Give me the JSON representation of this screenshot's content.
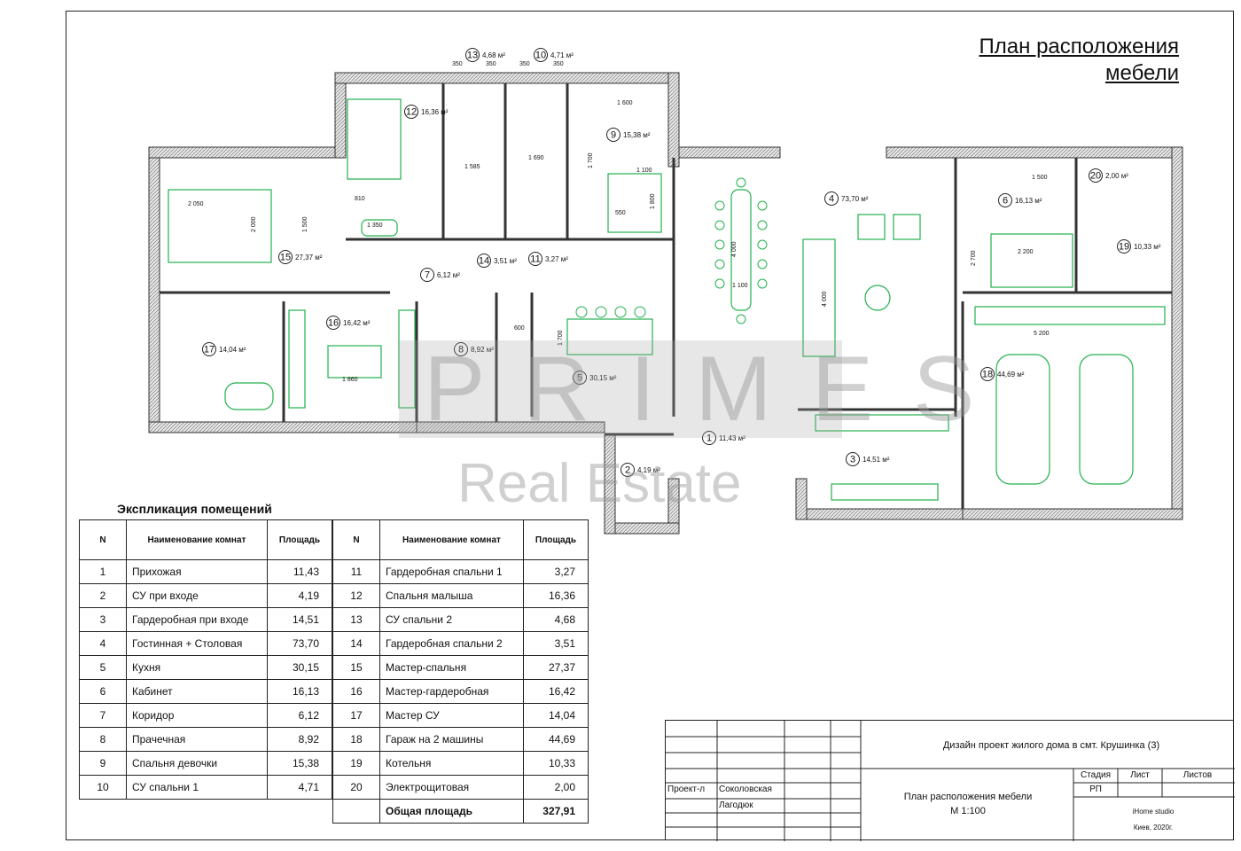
{
  "title": {
    "line1": "План расположения",
    "line2": "мебели"
  },
  "watermark": {
    "brand": "P R I M E S",
    "sub": "Real Estate"
  },
  "rooms": [
    {
      "n": "1",
      "area": "11,43 м²"
    },
    {
      "n": "2",
      "area": "4,19 м²"
    },
    {
      "n": "3",
      "area": "14,51 м²"
    },
    {
      "n": "4",
      "area": "73,70 м²"
    },
    {
      "n": "5",
      "area": "30,15 м²"
    },
    {
      "n": "6",
      "area": "16,13 м²"
    },
    {
      "n": "7",
      "area": "6,12 м²"
    },
    {
      "n": "8",
      "area": "8,92 м²"
    },
    {
      "n": "9",
      "area": "15,38 м²"
    },
    {
      "n": "10",
      "area": "4,71 м²"
    },
    {
      "n": "11",
      "area": "3,27 м²"
    },
    {
      "n": "12",
      "area": "16,36 м²"
    },
    {
      "n": "13",
      "area": "4,68 м²"
    },
    {
      "n": "14",
      "area": "3,51 м²"
    },
    {
      "n": "15",
      "area": "27,37 м²"
    },
    {
      "n": "16",
      "area": "16,42 м²"
    },
    {
      "n": "17",
      "area": "14,04 м²"
    },
    {
      "n": "18",
      "area": "44,69 м²"
    },
    {
      "n": "19",
      "area": "10,33 м²"
    },
    {
      "n": "20",
      "area": "2,00 м²"
    }
  ],
  "dimensions": {
    "d350a": "350",
    "d350b": "350",
    "d350c": "350",
    "d350d": "350",
    "d1600": "1 600",
    "d1585": "1 585",
    "d1690": "1 690",
    "d1700": "1 700",
    "d1100a": "1 100",
    "d1800": "1 800",
    "d550": "550",
    "d2050": "2 050",
    "d2000": "2 000",
    "d1500": "1 500",
    "d1350": "1 350",
    "d810": "810",
    "d4000a": "4 000",
    "d1100b": "1 100",
    "d4000b": "4 000",
    "d2700": "2 700",
    "d2200": "2 200",
    "d1500b": "1 500",
    "d5200": "5 200",
    "d1860": "1 860",
    "d600": "600",
    "d1700b": "1 700"
  },
  "explication": {
    "title": "Экспликация помещений",
    "headers": [
      "N",
      "Наименование комнат",
      "Площадь",
      "N",
      "Наименование комнат",
      "Площадь"
    ],
    "left": [
      [
        "1",
        "Прихожая",
        "11,43"
      ],
      [
        "2",
        "СУ при входе",
        "4,19"
      ],
      [
        "3",
        "Гардеробная при входе",
        "14,51"
      ],
      [
        "4",
        "Гостинная + Столовая",
        "73,70"
      ],
      [
        "5",
        "Кухня",
        "30,15"
      ],
      [
        "6",
        "Кабинет",
        "16,13"
      ],
      [
        "7",
        "Коридор",
        "6,12"
      ],
      [
        "8",
        "Прачечная",
        "8,92"
      ],
      [
        "9",
        "Спальня девочки",
        "15,38"
      ],
      [
        "10",
        "СУ спальни 1",
        "4,71"
      ]
    ],
    "right": [
      [
        "11",
        "Гардеробная спальни 1",
        "3,27"
      ],
      [
        "12",
        "Спальня малыша",
        "16,36"
      ],
      [
        "13",
        "СУ спальни 2",
        "4,68"
      ],
      [
        "14",
        "Гардеробная спальни 2",
        "3,51"
      ],
      [
        "15",
        "Мастер-спальня",
        "27,37"
      ],
      [
        "16",
        "Мастер-гардеробная",
        "16,42"
      ],
      [
        "17",
        "Мастер СУ",
        "14,04"
      ],
      [
        "18",
        "Гараж на 2 машины",
        "44,69"
      ],
      [
        "19",
        "Котельня",
        "10,33"
      ],
      [
        "20",
        "Электрощитовая",
        "2,00"
      ]
    ],
    "total_label": "Общая площадь",
    "total_value": "327,91"
  },
  "stamp": {
    "project": "Дизайн проект жилого дома в смт. Крушинка (3)",
    "sheet_title": "План расположения мебели",
    "scale": "М 1:100",
    "stage_h": "Стадия",
    "sheet_h": "Лист",
    "sheets_h": "Листов",
    "stage": "РП",
    "role": "Проект-л",
    "author1": "Соколовская",
    "author2": "Лагодюк",
    "studio": "iHome studio",
    "city_year": "Киев, 2020г."
  },
  "colors": {
    "wall": "#333333",
    "furniture": "#22b14c",
    "line": "#222222"
  }
}
